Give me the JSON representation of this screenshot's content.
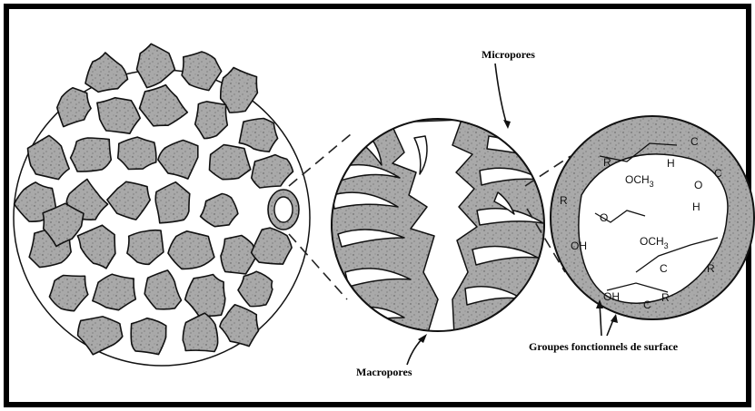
{
  "labels": {
    "micropores": "Micropores",
    "macropores": "Macropores",
    "surface_groups": "Groupes fonctionnels de surface"
  },
  "chem": {
    "oh": "OH",
    "och3": "OCH",
    "sub3": "3",
    "h": "H",
    "r": "R",
    "o": "O",
    "c": "C"
  },
  "colors": {
    "particle_fill": "#a9a9a9",
    "outline": "#111111",
    "frame": "#000000"
  }
}
